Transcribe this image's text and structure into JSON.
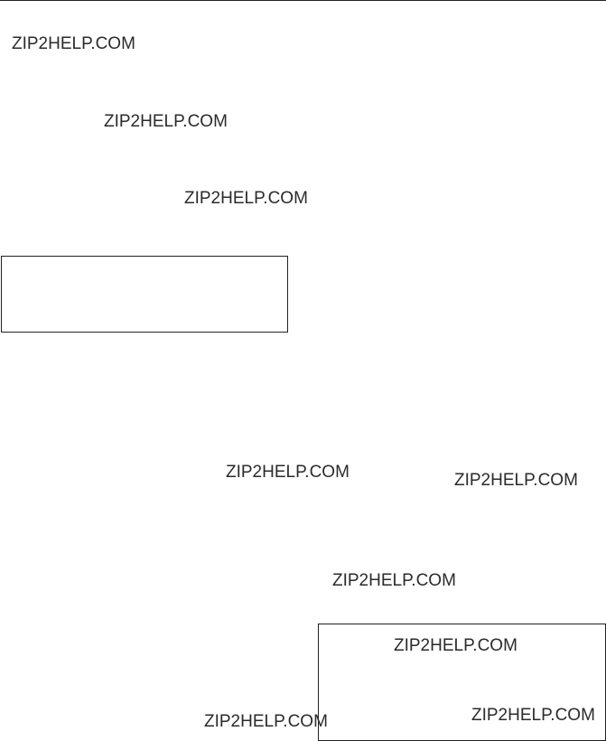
{
  "watermarks": [
    "ZIP2HELP.COM",
    "ZIP2HELP.COM",
    "ZIP2HELP.COM",
    "ZIP2HELP.COM",
    "ZIP2HELP.COM",
    "ZIP2HELP.COM",
    "ZIP2HELP.COM",
    "ZIP2HELP.COM",
    "ZIP2HELP.COM"
  ]
}
